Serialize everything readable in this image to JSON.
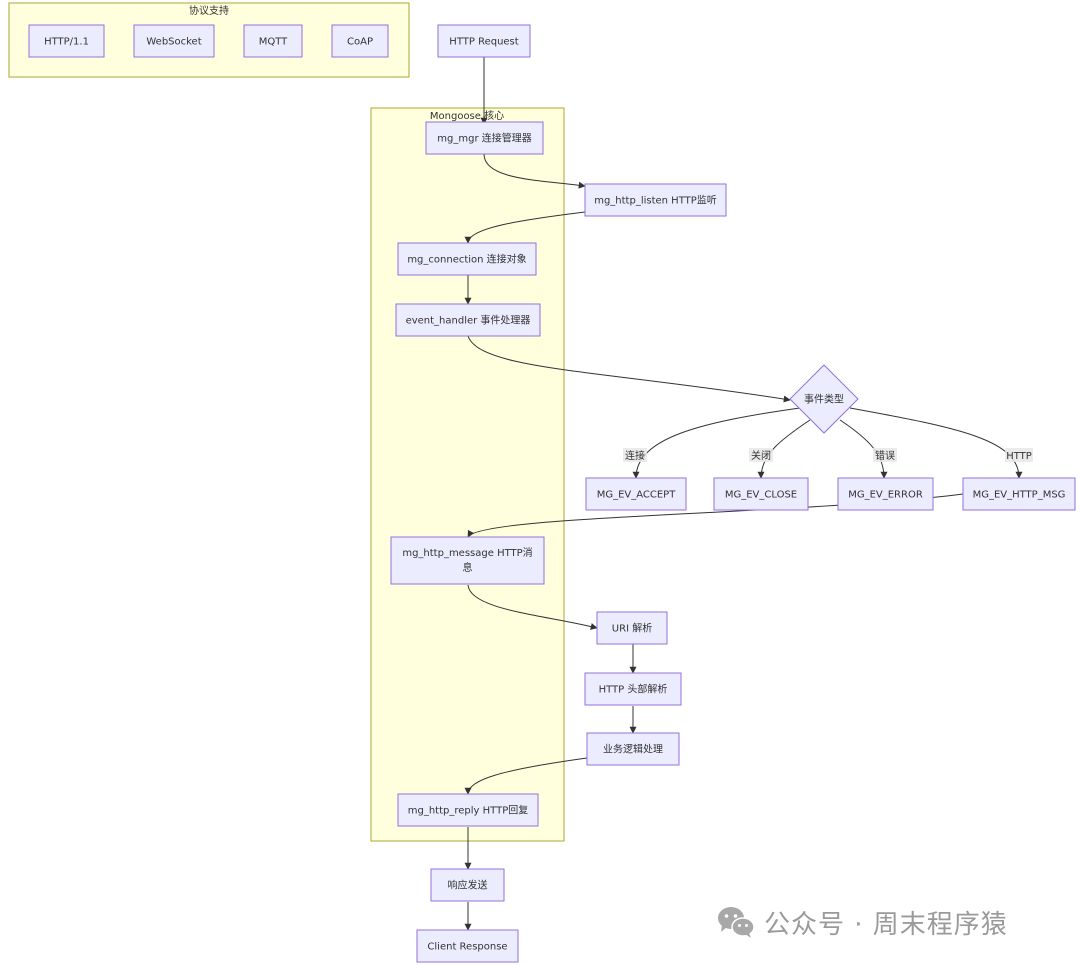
{
  "clusters": {
    "protocols": {
      "title": "协议支持"
    },
    "core": {
      "title": "Mongoose 核心"
    }
  },
  "nodes": {
    "http11": "HTTP/1.1",
    "websocket": "WebSocket",
    "mqtt": "MQTT",
    "coap": "CoAP",
    "http_request": "HTTP Request",
    "mg_mgr": "mg_mgr 连接管理器",
    "mg_http_listen": "mg_http_listen HTTP监听",
    "mg_connection": "mg_connection 连接对象",
    "event_handler": "event_handler 事件处理器",
    "event_type": "事件类型",
    "ev_accept": "MG_EV_ACCEPT",
    "ev_close": "MG_EV_CLOSE",
    "ev_error": "MG_EV_ERROR",
    "ev_http_msg": "MG_EV_HTTP_MSG",
    "mg_http_message_l1": "mg_http_message HTTP消",
    "mg_http_message_l2": "息",
    "uri_parse": "URI 解析",
    "header_parse": "HTTP 头部解析",
    "business": "业务逻辑处理",
    "mg_http_reply": "mg_http_reply HTTP回复",
    "send": "响应发送",
    "client_response": "Client Response"
  },
  "edge_labels": {
    "accept": "连接",
    "close": "关闭",
    "error": "错误",
    "http": "HTTP"
  },
  "watermark": {
    "icon": "wechat-icon",
    "text": "公众号 · 周末程序猿"
  },
  "colors": {
    "node_fill": "#ececff",
    "node_stroke": "#9370db",
    "cluster_fill": "#ffffde",
    "cluster_stroke": "#aaaa33"
  }
}
